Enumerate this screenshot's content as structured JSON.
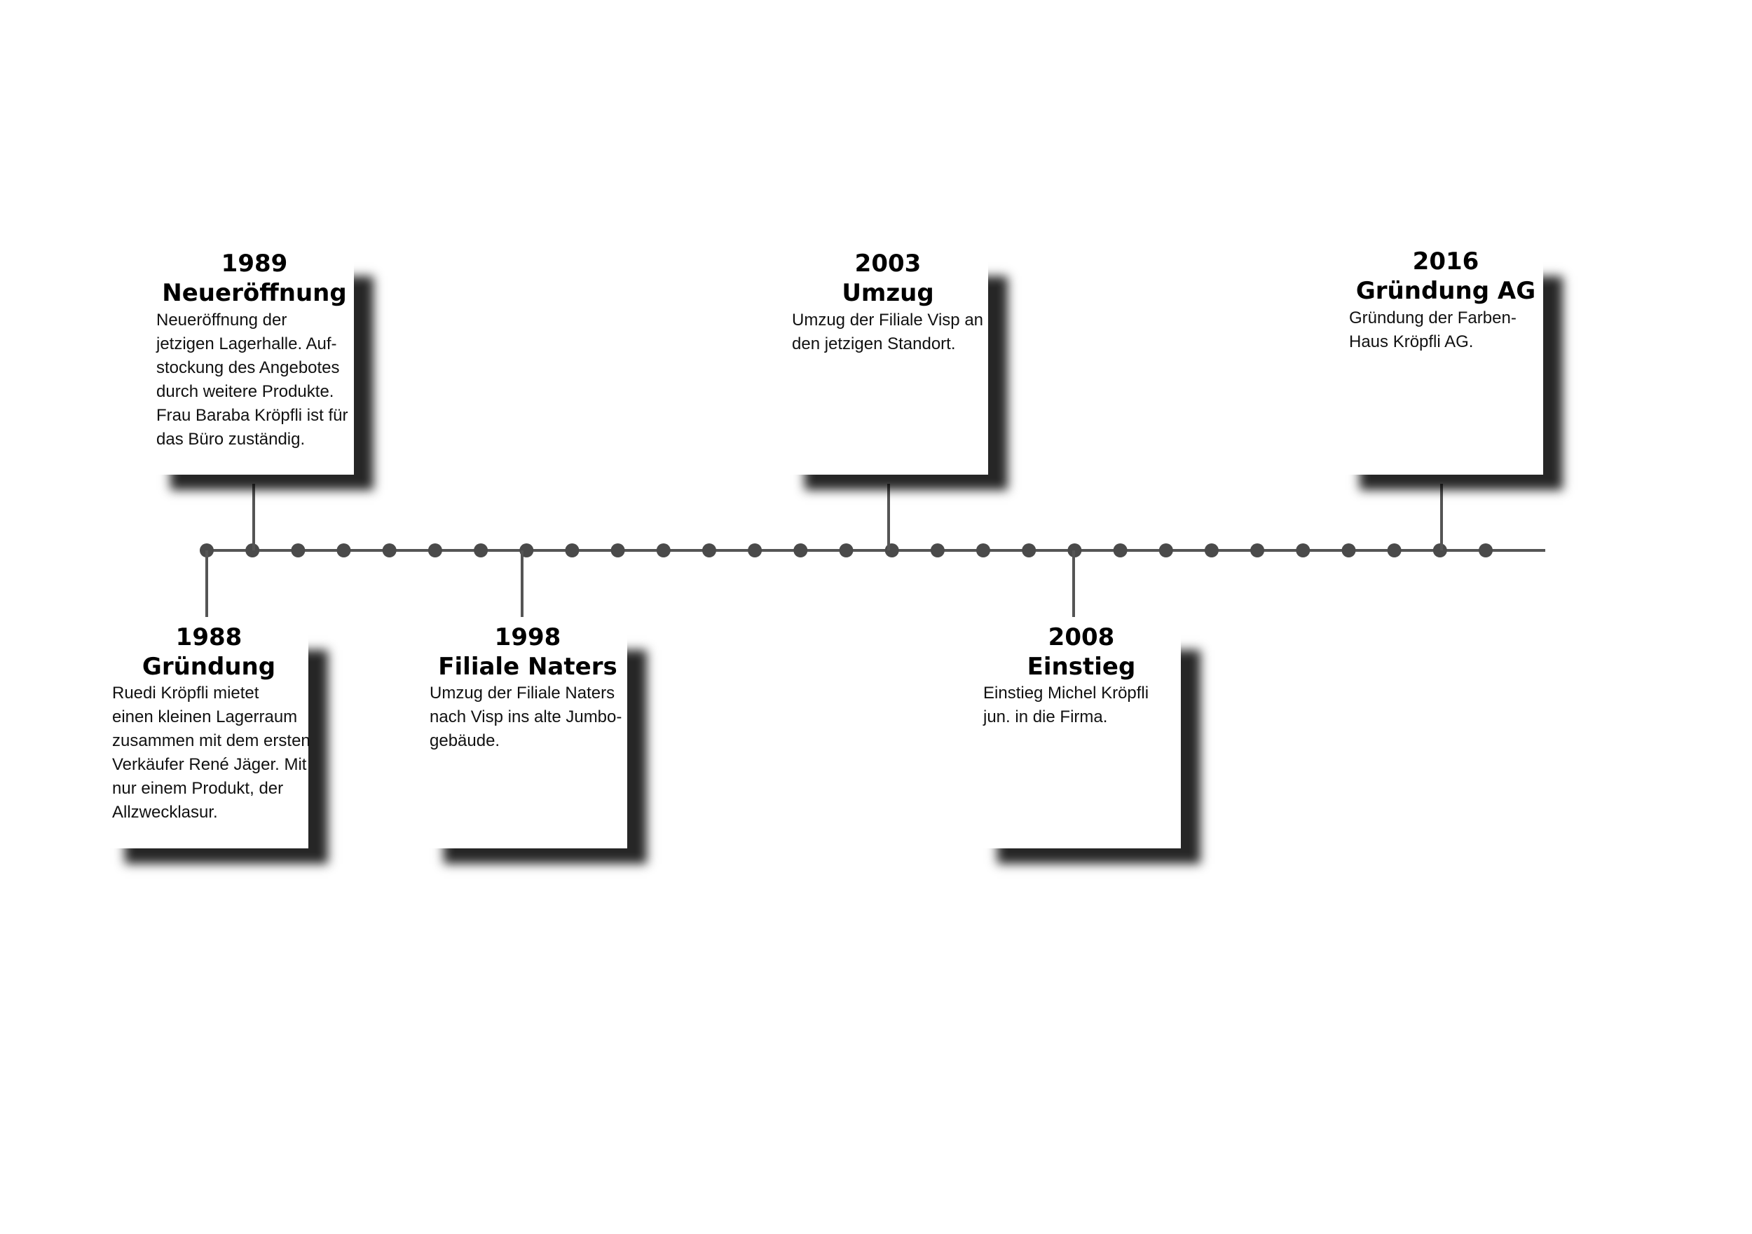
{
  "colors": {
    "line": "#555555",
    "dot": "#4a4a4a",
    "card_bg": "#ffffff",
    "shadow": "#000000"
  },
  "events": [
    {
      "year": "1989",
      "title": "Neueröffnung",
      "body": "Neueröffnung der\njetzigen Lagerhalle. Auf-\nstockung des Angebotes\ndurch weitere Produkte.\nFrau Baraba Kröpfli ist für\ndas Büro zuständig."
    },
    {
      "year": "2003",
      "title": "Umzug",
      "body": "Umzug der Filiale Visp an\nden jetzigen Standort."
    },
    {
      "year": "2016",
      "title": "Gründung AG",
      "body": "Gründung der Farben-\nHaus Kröpfli AG."
    },
    {
      "year": "1988",
      "title": "Gründung",
      "body": "Ruedi Kröpfli mietet\neinen kleinen Lagerraum\nzusammen mit dem ersten\nVerkäufer René Jäger. Mit\nnur einem Produkt, der\nAllzwecklasur."
    },
    {
      "year": "1998",
      "title": "Filiale Naters",
      "body": "Umzug der Filiale Naters\nnach Visp ins alte Jumbo-\ngebäude."
    },
    {
      "year": "2008",
      "title": "Einstieg",
      "body": "Einstieg Michel Kröpfli\njun. in die Firma."
    }
  ]
}
